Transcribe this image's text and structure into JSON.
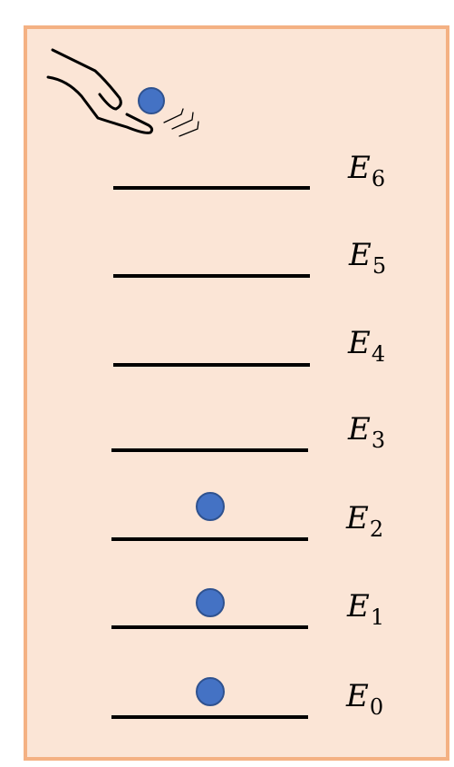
{
  "diagram": {
    "levels": [
      {
        "id": "E6",
        "symbol": "E",
        "subscript": "6",
        "occupied": false
      },
      {
        "id": "E5",
        "symbol": "E",
        "subscript": "5",
        "occupied": false
      },
      {
        "id": "E4",
        "symbol": "E",
        "subscript": "4",
        "occupied": false
      },
      {
        "id": "E3",
        "symbol": "E",
        "subscript": "3",
        "occupied": false
      },
      {
        "id": "E2",
        "symbol": "E",
        "subscript": "2",
        "occupied": true
      },
      {
        "id": "E1",
        "symbol": "E",
        "subscript": "1",
        "occupied": true
      },
      {
        "id": "E0",
        "symbol": "E",
        "subscript": "0",
        "occupied": true
      }
    ],
    "incoming_particle": {
      "icon": "hand-dropping-ball-icon"
    },
    "colors": {
      "panel_fill": "#fbe5d6",
      "panel_border": "#f4b183",
      "ball_fill": "#4472c4",
      "ball_stroke": "#2f528f",
      "line": "#000000"
    }
  }
}
